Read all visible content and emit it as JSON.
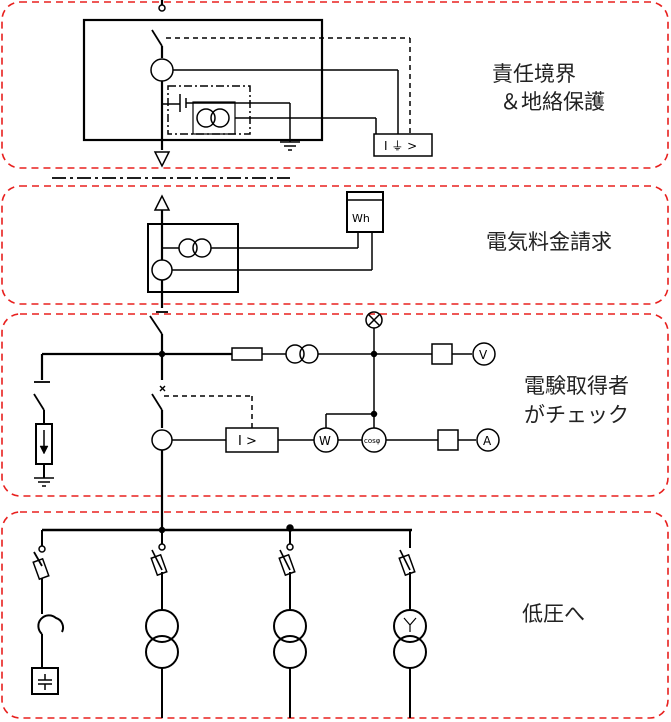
{
  "sections": [
    {
      "line1": "責任境界",
      "line2": "＆地絡保護"
    },
    {
      "line1": "電気料金請求"
    },
    {
      "line1": "電験取得者",
      "line2": "がチェック"
    },
    {
      "line1": "低圧へ"
    }
  ],
  "meters": {
    "wh": "Wh",
    "v": "V",
    "a": "A",
    "w": "W",
    "pf": "cosφ",
    "relay_upper": "I ⏚ >",
    "relay_lower": "I >"
  },
  "colors": {
    "frame": "#e8201e",
    "line": "#000000"
  }
}
